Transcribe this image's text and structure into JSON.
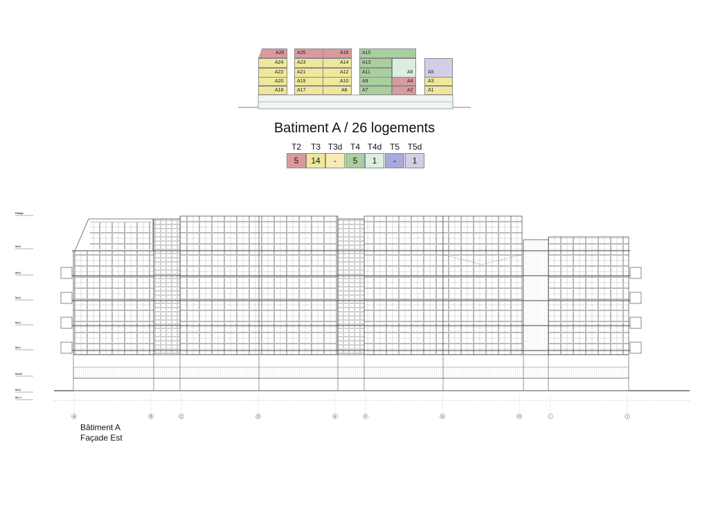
{
  "colors": {
    "T2": "#d99a9e",
    "T3": "#efe79b",
    "T3d": "#f6edb6",
    "T4": "#a9cf9f",
    "T4d": "#dceee2",
    "T5": "#a9aad9",
    "T5d": "#d3cde7",
    "ground": "#edf5f5"
  },
  "stack": {
    "units": [
      {
        "id": "A26",
        "type": "T2"
      },
      {
        "id": "A25",
        "type": "T2"
      },
      {
        "id": "A16",
        "type": "T2"
      },
      {
        "id": "A15",
        "type": "T4"
      },
      {
        "id": "A24",
        "type": "T3"
      },
      {
        "id": "A23",
        "type": "T3"
      },
      {
        "id": "A14",
        "type": "T3"
      },
      {
        "id": "A13",
        "type": "T4"
      },
      {
        "id": "A22",
        "type": "T3"
      },
      {
        "id": "A21",
        "type": "T3"
      },
      {
        "id": "A12",
        "type": "T3"
      },
      {
        "id": "A11",
        "type": "T4"
      },
      {
        "id": "A6",
        "type": "T4d"
      },
      {
        "id": "A5",
        "type": "T5d"
      },
      {
        "id": "A20",
        "type": "T3"
      },
      {
        "id": "A19",
        "type": "T3"
      },
      {
        "id": "A10",
        "type": "T3"
      },
      {
        "id": "A9",
        "type": "T4"
      },
      {
        "id": "A4",
        "type": "T2"
      },
      {
        "id": "A3",
        "type": "T3"
      },
      {
        "id": "A18",
        "type": "T3"
      },
      {
        "id": "A17",
        "type": "T3"
      },
      {
        "id": "A8",
        "type": "T3"
      },
      {
        "id": "A7",
        "type": "T4"
      },
      {
        "id": "A2",
        "type": "T2"
      },
      {
        "id": "A1",
        "type": "T3"
      }
    ]
  },
  "title": "Batiment A / 26 logements",
  "legend": [
    {
      "type": "T2",
      "count": "5"
    },
    {
      "type": "T3",
      "count": "14"
    },
    {
      "type": "T3d",
      "count": "-"
    },
    {
      "type": "T4",
      "count": "5"
    },
    {
      "type": "T4d",
      "count": "1"
    },
    {
      "type": "T5",
      "count": "-"
    },
    {
      "type": "T5d",
      "count": "1"
    }
  ],
  "axes": [
    "A",
    "B",
    "C",
    "D",
    "E",
    "F",
    "G",
    "H",
    "I",
    "J"
  ],
  "levels": [
    "Faitage",
    "Niv.5",
    "Niv.4",
    "Niv.3",
    "Niv.2",
    "Niv.1",
    "Niv.00",
    "Niv.0",
    "Niv.-1"
  ],
  "caption": {
    "line1": "Bâtiment A",
    "line2": "Façade Est"
  }
}
